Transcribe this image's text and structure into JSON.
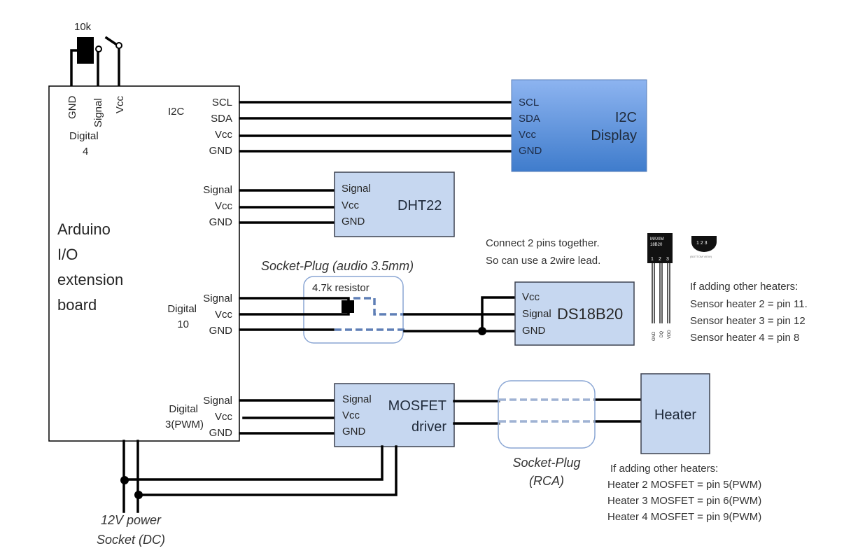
{
  "arduino_board": {
    "title_lines": [
      "Arduino",
      "I/O",
      "extension",
      "board"
    ],
    "top_pins": [
      "GND",
      "Signal",
      "Vcc"
    ],
    "top_group_label": [
      "Digital",
      "4"
    ],
    "i2c_label": "I2C",
    "i2c_pins": [
      "SCL",
      "SDA",
      "Vcc",
      "GND"
    ],
    "dht_pins": [
      "Signal",
      "Vcc",
      "GND"
    ],
    "ds_group_label": [
      "Digital",
      "10"
    ],
    "ds_pins": [
      "Signal",
      "Vcc",
      "GND"
    ],
    "mosfet_group_label": [
      "Digital",
      "3(PWM)"
    ],
    "mosfet_pins": [
      "Signal",
      "Vcc",
      "GND"
    ]
  },
  "potentiometer": {
    "label": "10k"
  },
  "i2c_display": {
    "pins": [
      "SCL",
      "SDA",
      "Vcc",
      "GND"
    ],
    "title_lines": [
      "I2C",
      "Display"
    ],
    "color_top": "#8db4f0",
    "color_bottom": "#3f7ccc"
  },
  "dht22": {
    "pins": [
      "Signal",
      "Vcc",
      "GND"
    ],
    "title": "DHT22"
  },
  "audio_plug": {
    "label": "Socket-Plug (audio 3.5mm)",
    "resistor_label": "4.7k resistor"
  },
  "ds18b20": {
    "pins": [
      "Vcc",
      "Signal",
      "GND"
    ],
    "title": "DS18B20",
    "note_lines": [
      "Connect 2 pins together.",
      "So can use a 2wire lead."
    ],
    "chip_label_lines": [
      "MAXIM",
      "18B20"
    ],
    "chip_pin_numbers": [
      "1",
      "2",
      "3"
    ],
    "chip_leg_labels": [
      "GND",
      "DQ",
      "VDD"
    ],
    "bottom_view_label": "(BOTTOM VIEW)"
  },
  "sensor_notes": [
    "If adding other heaters:",
    "Sensor heater 2 = pin 11.",
    "Sensor heater 3 = pin 12",
    "Sensor heater 4 = pin 8"
  ],
  "mosfet_driver": {
    "pins": [
      "Signal",
      "Vcc",
      "GND"
    ],
    "title_lines": [
      "MOSFET",
      "driver"
    ]
  },
  "rca_plug": {
    "label_lines": [
      "Socket-Plug",
      "(RCA)"
    ]
  },
  "heater": {
    "title": "Heater"
  },
  "heater_notes": [
    "If adding other heaters:",
    "Heater 2 MOSFET = pin 5(PWM)",
    "Heater 3 MOSFET = pin 6(PWM)",
    "Heater 4 MOSFET = pin 9(PWM)"
  ],
  "power_socket": {
    "label_lines": [
      "12V power",
      "Socket (DC)"
    ]
  },
  "colors": {
    "box_fill": "#c6d7f0",
    "dashed_wire": "#5f7fb6",
    "wire": "#000000"
  }
}
